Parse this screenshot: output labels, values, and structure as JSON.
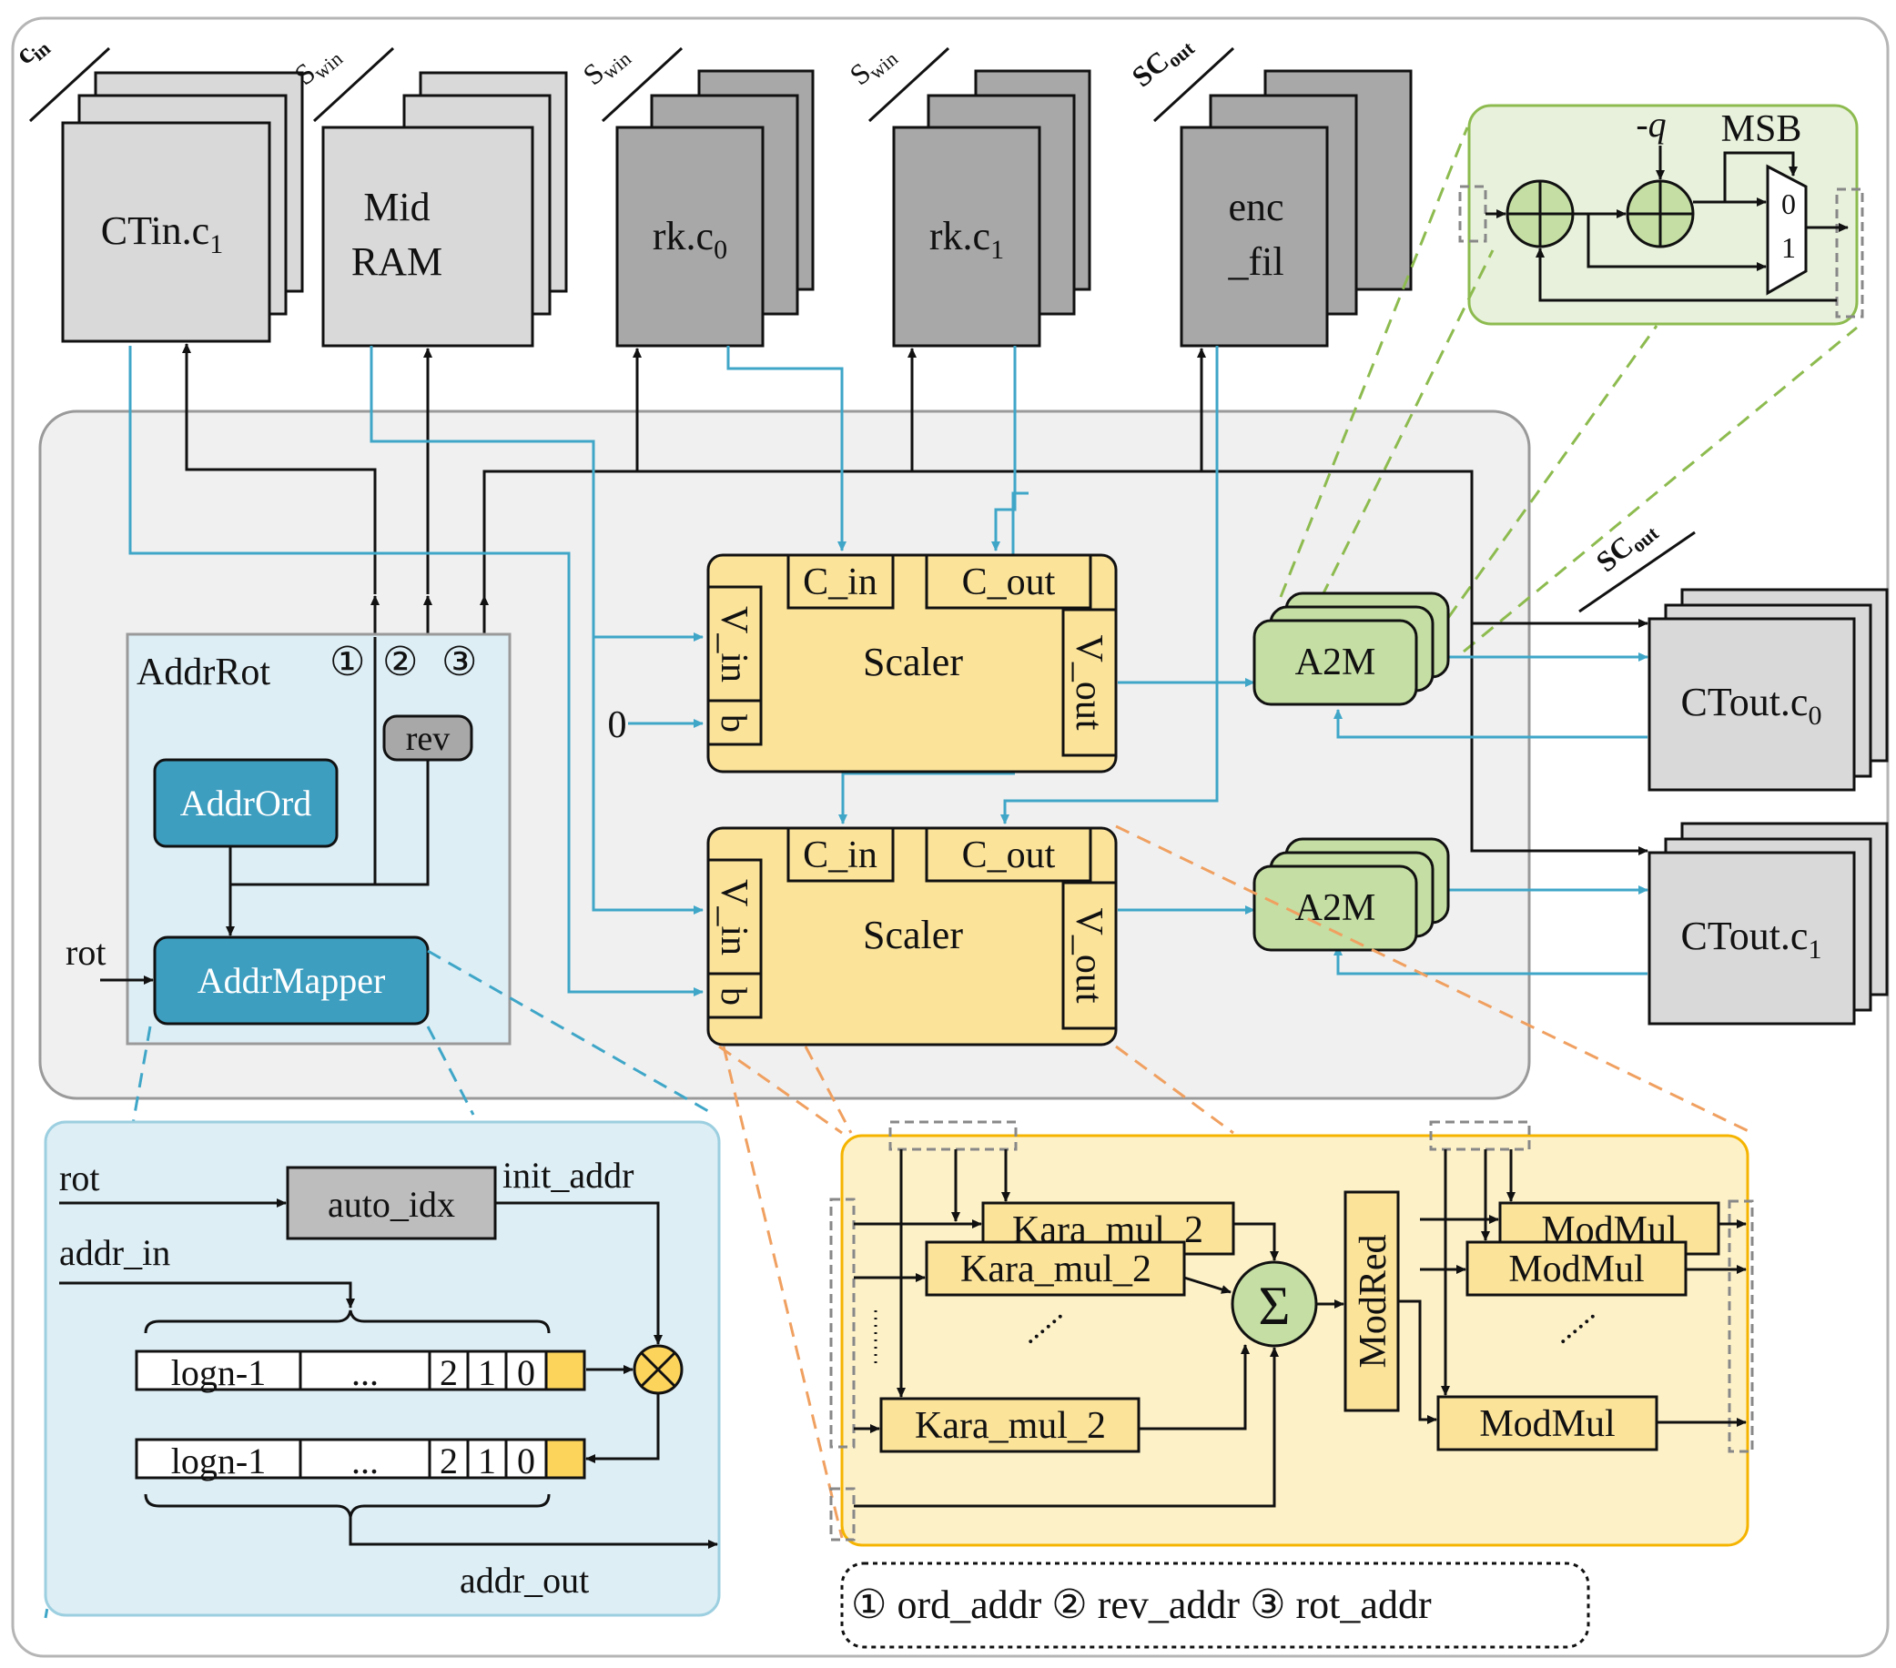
{
  "memories": {
    "ctin": {
      "label": "CTin.c",
      "sub": "1",
      "dim": "c",
      "dim_sub": "in"
    },
    "midram": {
      "line1": "Mid",
      "line2": "RAM",
      "dim": "S",
      "dim_sub": "win"
    },
    "rk0": {
      "label": "rk.c",
      "sub": "0",
      "dim": "S",
      "dim_sub": "win"
    },
    "rk1": {
      "label": "rk.c",
      "sub": "1",
      "dim": "S",
      "dim_sub": "win"
    },
    "encfil": {
      "line1": "enc",
      "line2": "_fil",
      "dim": "SC",
      "dim_sub": "out"
    },
    "ctout0": {
      "label": "CTout.c",
      "sub": "0"
    },
    "ctout1": {
      "label": "CTout.c",
      "sub": "1"
    },
    "ctout_dim": {
      "dim": "SC",
      "dim_sub": "out"
    }
  },
  "addrrot": {
    "title": "AddrRot",
    "n1": "①",
    "n2": "②",
    "n3": "③",
    "rev": "rev",
    "addrord": "AddrOrd",
    "addrmapper": "AddrMapper",
    "rot": "rot"
  },
  "scaler": {
    "label": "Scaler",
    "c_in": "C_in",
    "c_out": "C_out",
    "v_in": "V_in",
    "b": "b",
    "v_out": "V_out",
    "zero": "0"
  },
  "a2m": {
    "label": "A2M"
  },
  "modadd": {
    "neg_q": "-q",
    "msb": "MSB",
    "mux0": "0",
    "mux1": "1"
  },
  "mapper_detail": {
    "rot": "rot",
    "auto_idx": "auto_idx",
    "init_addr": "init_addr",
    "addr_in": "addr_in",
    "cell_logn": "logn-1",
    "cell_dots": "...",
    "cell_2": "2",
    "cell_1": "1",
    "cell_0": "0",
    "addr_out": "addr_out"
  },
  "scaler_detail": {
    "kara": "Kara_mul_2",
    "dots": "......",
    "sigma": "Σ",
    "modred": "ModRed",
    "modmul": "ModMul"
  },
  "legend": {
    "text": "① ord_addr ② rev_addr ③ rot_addr"
  },
  "colors": {
    "blue_line": "#3fa6c8",
    "yellow": "#fbe39a",
    "yellow_border": "#f5b400",
    "green": "#c4dea3",
    "teal": "#3e9ec0",
    "light_blue": "#ddeef5",
    "light_grey": "#d9d9d9",
    "dark_grey": "#aaaaaa",
    "panel_grey": "#f0f0f0"
  }
}
